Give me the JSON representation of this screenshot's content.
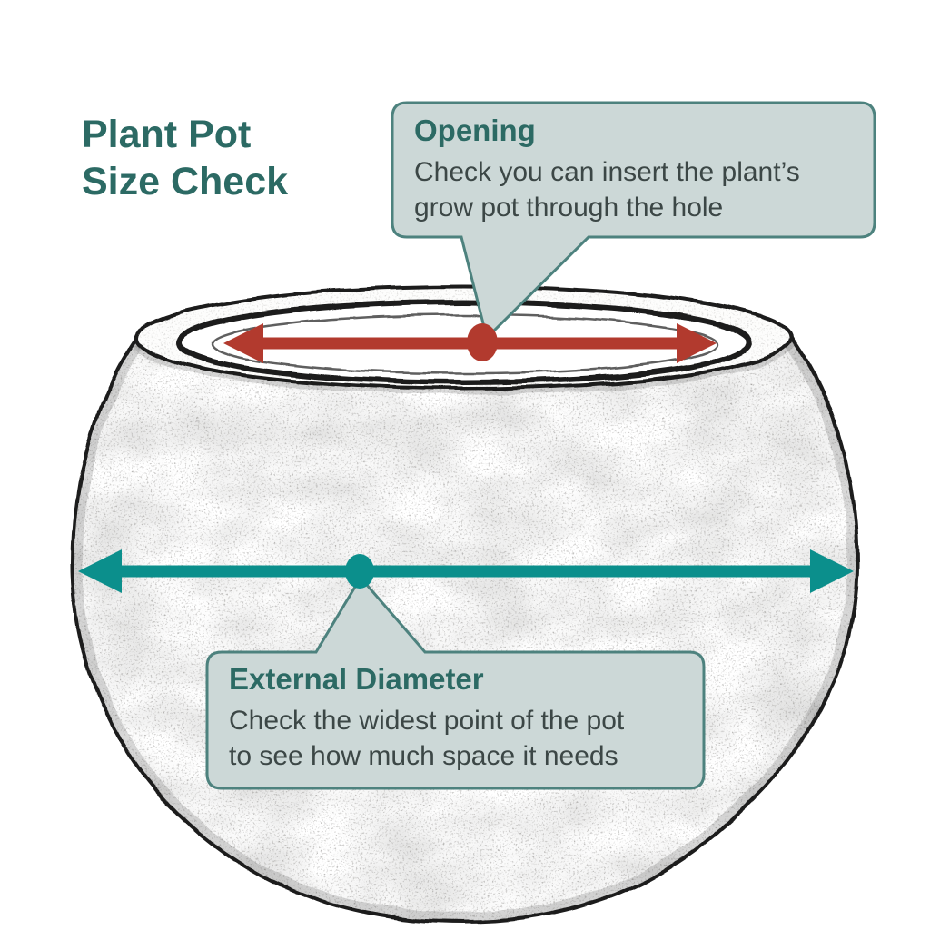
{
  "title": {
    "line1": "Plant Pot",
    "line2": "Size Check"
  },
  "callouts": {
    "opening": {
      "heading": "Opening",
      "body_line1": "Check you can insert the plant’s",
      "body_line2": "grow pot through the hole"
    },
    "external_diameter": {
      "heading": "External Diameter",
      "body_line1": "Check the widest point of the pot",
      "body_line2": "to see how much space it needs"
    }
  },
  "icons": {
    "opening_arrow": "double-headed-horizontal-arrow",
    "opening_dot": "midpoint-dot",
    "diameter_arrow": "double-headed-horizontal-arrow",
    "diameter_dot": "midpoint-dot"
  },
  "colors": {
    "background": "#ffffff",
    "title_text": "#2c6a64",
    "heading_text": "#2c6a64",
    "body_text": "#3c4746",
    "callout_bg": "#ccd8d7",
    "callout_border": "#4d827e",
    "opening_arrow": "#b23a2e",
    "diameter_arrow": "#0b8f8c",
    "pot_line": "#1a1a1a"
  }
}
